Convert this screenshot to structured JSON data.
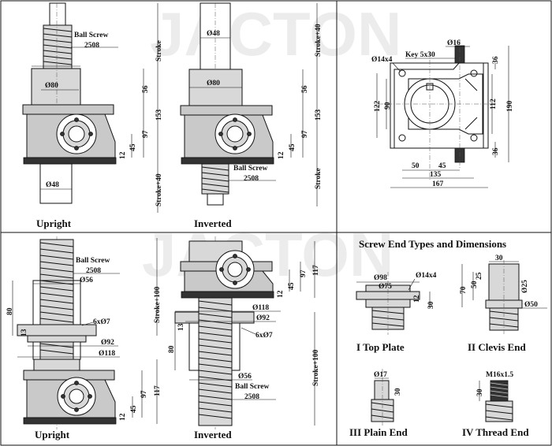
{
  "panels": {
    "upright_top": {
      "caption": "Upright",
      "labels": {
        "ball_screw": "Ball Screw",
        "screw_code": "2508",
        "stroke": "Stroke",
        "d80": "Ø80",
        "d48": "Ø48",
        "h56": "56",
        "h153": "153",
        "h97": "97",
        "h45": "45",
        "h12": "12",
        "stroke40": "Stroke+40"
      }
    },
    "inverted_top": {
      "caption": "Inverted",
      "labels": {
        "stroke40": "Stroke+40",
        "d48": "Ø48",
        "d80": "Ø80",
        "h56": "56",
        "h153": "153",
        "h97": "97",
        "h45": "45",
        "h12": "12",
        "ball_screw": "Ball Screw",
        "screw_code": "2508",
        "stroke": "Stroke"
      }
    },
    "top_view": {
      "labels": {
        "d16": "Ø16",
        "key": "Key 5x30",
        "d14x4": "Ø14x4",
        "h36a": "36",
        "h36b": "36",
        "h122": "122",
        "h90": "90",
        "h112": "112",
        "h190": "190",
        "w50": "50",
        "w45": "45",
        "w135": "135",
        "w167": "167"
      }
    },
    "upright_bottom": {
      "caption": "Upright",
      "labels": {
        "ball_screw": "Ball Screw",
        "screw_code": "2508",
        "d56": "Ø56",
        "h80": "80",
        "h13": "13",
        "holes": "6xØ7",
        "d92": "Ø92",
        "d118": "Ø118",
        "stroke100": "Stroke+100",
        "h97": "97",
        "h117": "117",
        "h45": "45",
        "h12": "12"
      }
    },
    "inverted_bottom": {
      "caption": "Inverted",
      "labels": {
        "h97": "97",
        "h117": "117",
        "h45": "45",
        "h12": "12",
        "d118": "Ø118",
        "d92": "Ø92",
        "h13": "13",
        "holes": "6xØ7",
        "h80": "80",
        "stroke100": "Stroke+100",
        "d56": "Ø56",
        "ball_screw": "Ball Screw",
        "screw_code": "2508"
      }
    },
    "screw_ends": {
      "title": "Screw End Types and Dimensions",
      "top_plate": {
        "caption": "I  Top Plate",
        "d98": "Ø98",
        "d75": "Ø75",
        "d14x4": "Ø14x4",
        "h12": "12",
        "h30": "30"
      },
      "clevis_end": {
        "caption": "II  Clevis End",
        "w30": "30",
        "h70": "70",
        "h50": "50",
        "h25": "25",
        "d25": "Ø25",
        "d50": "Ø50"
      },
      "plain_end": {
        "caption": "III  Plain End",
        "d17": "Ø17",
        "h30": "30"
      },
      "thread_end": {
        "caption": "IV  Thread End",
        "m16": "M16x1.5",
        "h30": "30"
      }
    }
  },
  "watermark": "JACTON"
}
